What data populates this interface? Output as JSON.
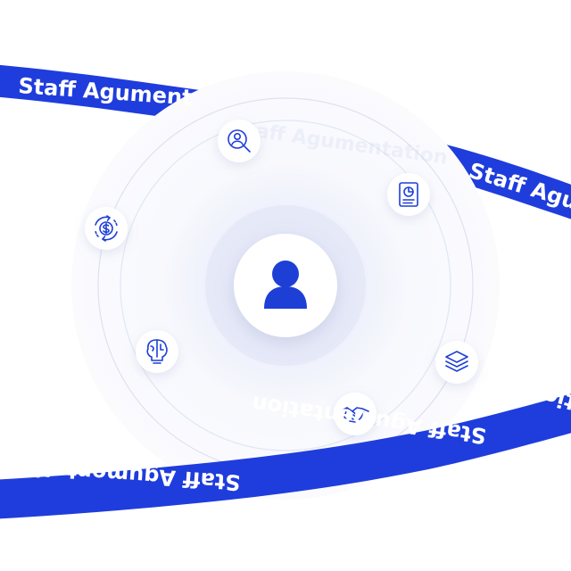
{
  "ribbon": {
    "label_top_left": "Staff Agument",
    "label_top_right": "Staff Agumen",
    "label_bottom_center": "Staff Agumentation",
    "label_bottom_left": "Staff Agumentation",
    "label_bottom_right": "tion",
    "color": "#1f3ddc",
    "text_color": "#ffffff"
  },
  "center": {
    "icon": "user-icon"
  },
  "nodes": [
    {
      "icon": "user-search-icon"
    },
    {
      "icon": "report-document-icon"
    },
    {
      "icon": "dollar-cycle-icon"
    },
    {
      "icon": "brain-lightbulb-icon"
    },
    {
      "icon": "layers-icon"
    },
    {
      "icon": "handshake-icon"
    }
  ],
  "colors": {
    "accent": "#1d3fd6",
    "halo": "#eef0fb",
    "ring": "#dde1f0"
  }
}
